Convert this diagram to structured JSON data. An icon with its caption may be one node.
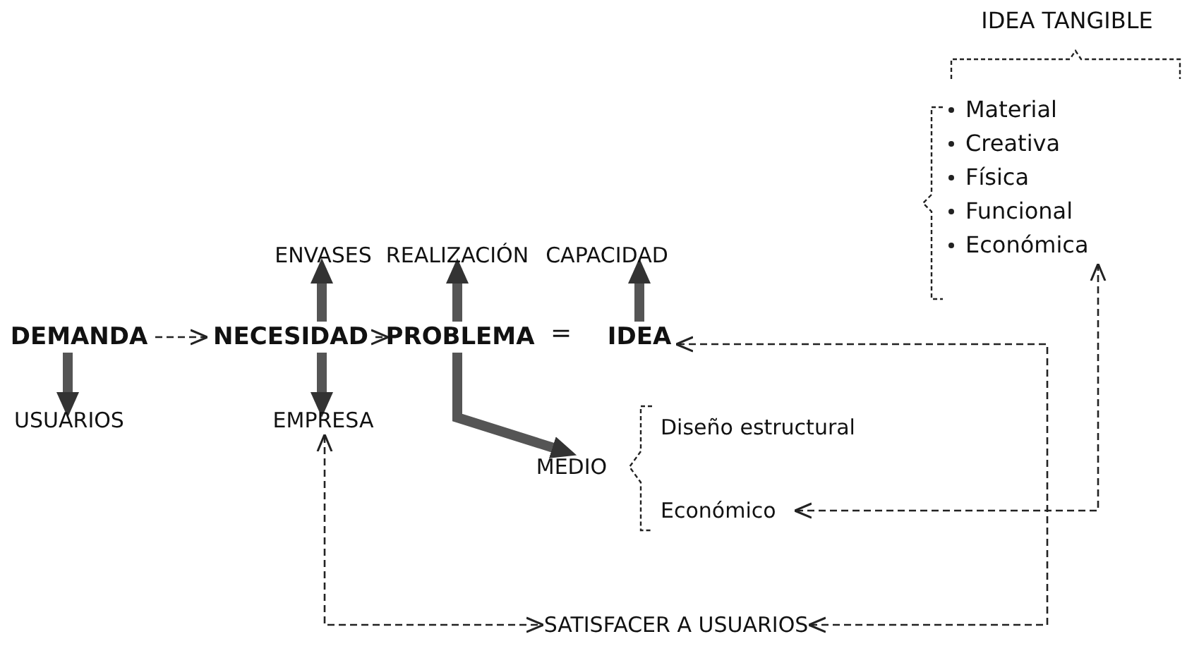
{
  "diagram": {
    "nodes": [
      {
        "text": [
          "DEMANDA"
        ]
      },
      {
        "text": [
          "NECESIDAD"
        ]
      },
      {
        "text": [
          "PROBLEMA"
        ]
      },
      {
        "text": [
          "IDEA"
        ]
      },
      {
        "text": [
          "ENVASES"
        ]
      },
      {
        "text": [
          "REALIZACIÓN"
        ]
      },
      {
        "text": [
          "CAPACIDAD"
        ]
      },
      {
        "text": [
          "USUARIOS"
        ]
      },
      {
        "text": [
          "EMPRESA"
        ]
      },
      {
        "text": [
          "MEDIO"
        ]
      },
      {
        "text": [
          "Diseño estructural"
        ]
      },
      {
        "text": [
          "Económico"
        ]
      },
      {
        "text": [
          "IDEA TANGIBLE",
          "Material",
          "Creativa",
          "Física",
          "Funcional",
          "Económica"
        ]
      },
      {
        "text": [
          "SATISFACER A USUARIOS"
        ]
      }
    ],
    "edges": [
      {
        "from": 0,
        "to": 1,
        "arrow": "to",
        "style": "dashed"
      },
      {
        "from": 1,
        "to": 2,
        "arrow": "to",
        "style": "dashed"
      },
      {
        "from": 0,
        "to": 7,
        "arrow": "to"
      },
      {
        "from": 1,
        "to": 4,
        "arrow": "to"
      },
      {
        "from": 1,
        "to": 8,
        "arrow": "to"
      },
      {
        "from": 2,
        "to": 5,
        "arrow": "to"
      },
      {
        "from": 2,
        "to": 9,
        "arrow": "to"
      },
      {
        "from": 3,
        "to": 6,
        "arrow": "to"
      },
      {
        "from": 8,
        "to": 13,
        "arrow": "both",
        "style": "dashed"
      },
      {
        "from": 13,
        "to": 3,
        "arrow": "both",
        "style": "dashed"
      },
      {
        "from": 11,
        "to": 12,
        "arrow": "both",
        "style": "dashed"
      }
    ],
    "labels": [
      "="
    ]
  }
}
